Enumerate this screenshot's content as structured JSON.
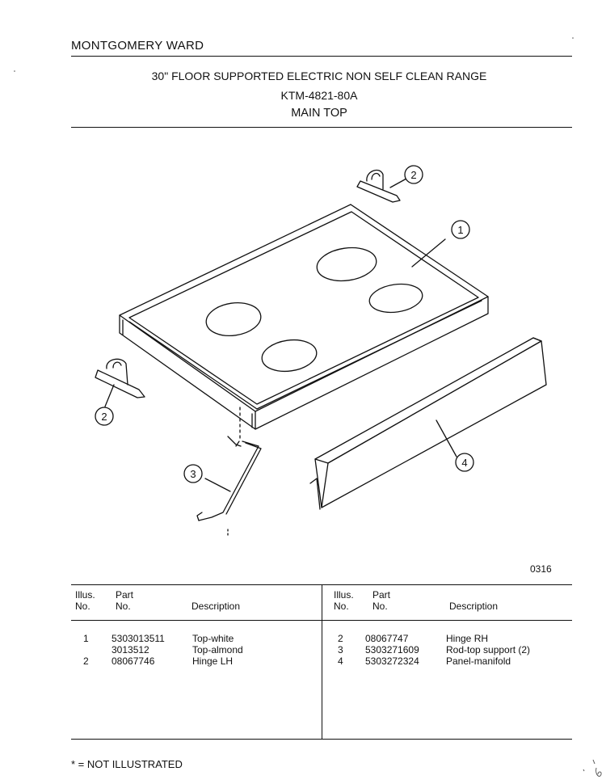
{
  "header": {
    "brand": "MONTGOMERY WARD",
    "title": "30\" FLOOR SUPPORTED ELECTRIC NON SELF CLEAN RANGE",
    "model": "KTM-4821-80A",
    "section": "MAIN TOP"
  },
  "diagram": {
    "callouts": [
      "1",
      "2",
      "2",
      "3",
      "4"
    ],
    "code": "0316"
  },
  "table": {
    "headers": {
      "illus": [
        "Illus.",
        "No."
      ],
      "part": [
        "Part",
        "No."
      ],
      "description": "Description"
    },
    "left_rows": [
      {
        "illus": "1",
        "part": "5303013511",
        "desc": "Top-white"
      },
      {
        "illus": "",
        "part": "3013512",
        "desc": "Top-almond"
      },
      {
        "illus": "2",
        "part": "08067746",
        "desc": "Hinge LH"
      }
    ],
    "right_rows": [
      {
        "illus": "2",
        "part": "08067747",
        "desc": "Hinge RH"
      },
      {
        "illus": "3",
        "part": "5303271609",
        "desc": "Rod-top support (2)"
      },
      {
        "illus": "4",
        "part": "5303272324",
        "desc": "Panel-manifold"
      }
    ]
  },
  "footnote": "* = NOT ILLUSTRATED"
}
